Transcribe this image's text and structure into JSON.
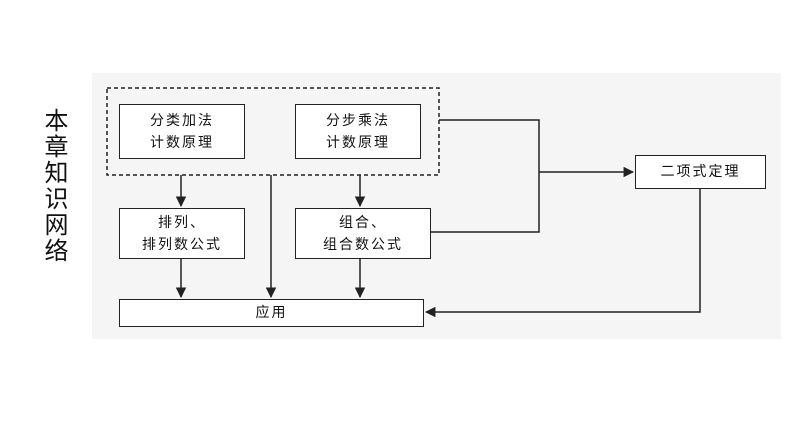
{
  "side_title": "本章知识网络",
  "nodes": {
    "counting_add": {
      "line1": "分类加法",
      "line2": "计数原理"
    },
    "counting_mul": {
      "line1": "分步乘法",
      "line2": "计数原理"
    },
    "permutation": {
      "line1": "排列、",
      "line2": "排列数公式"
    },
    "combination": {
      "line1": "组合、",
      "line2": "组合数公式"
    },
    "binomial": {
      "label": "二项式定理"
    },
    "application": {
      "label": "应用"
    }
  }
}
